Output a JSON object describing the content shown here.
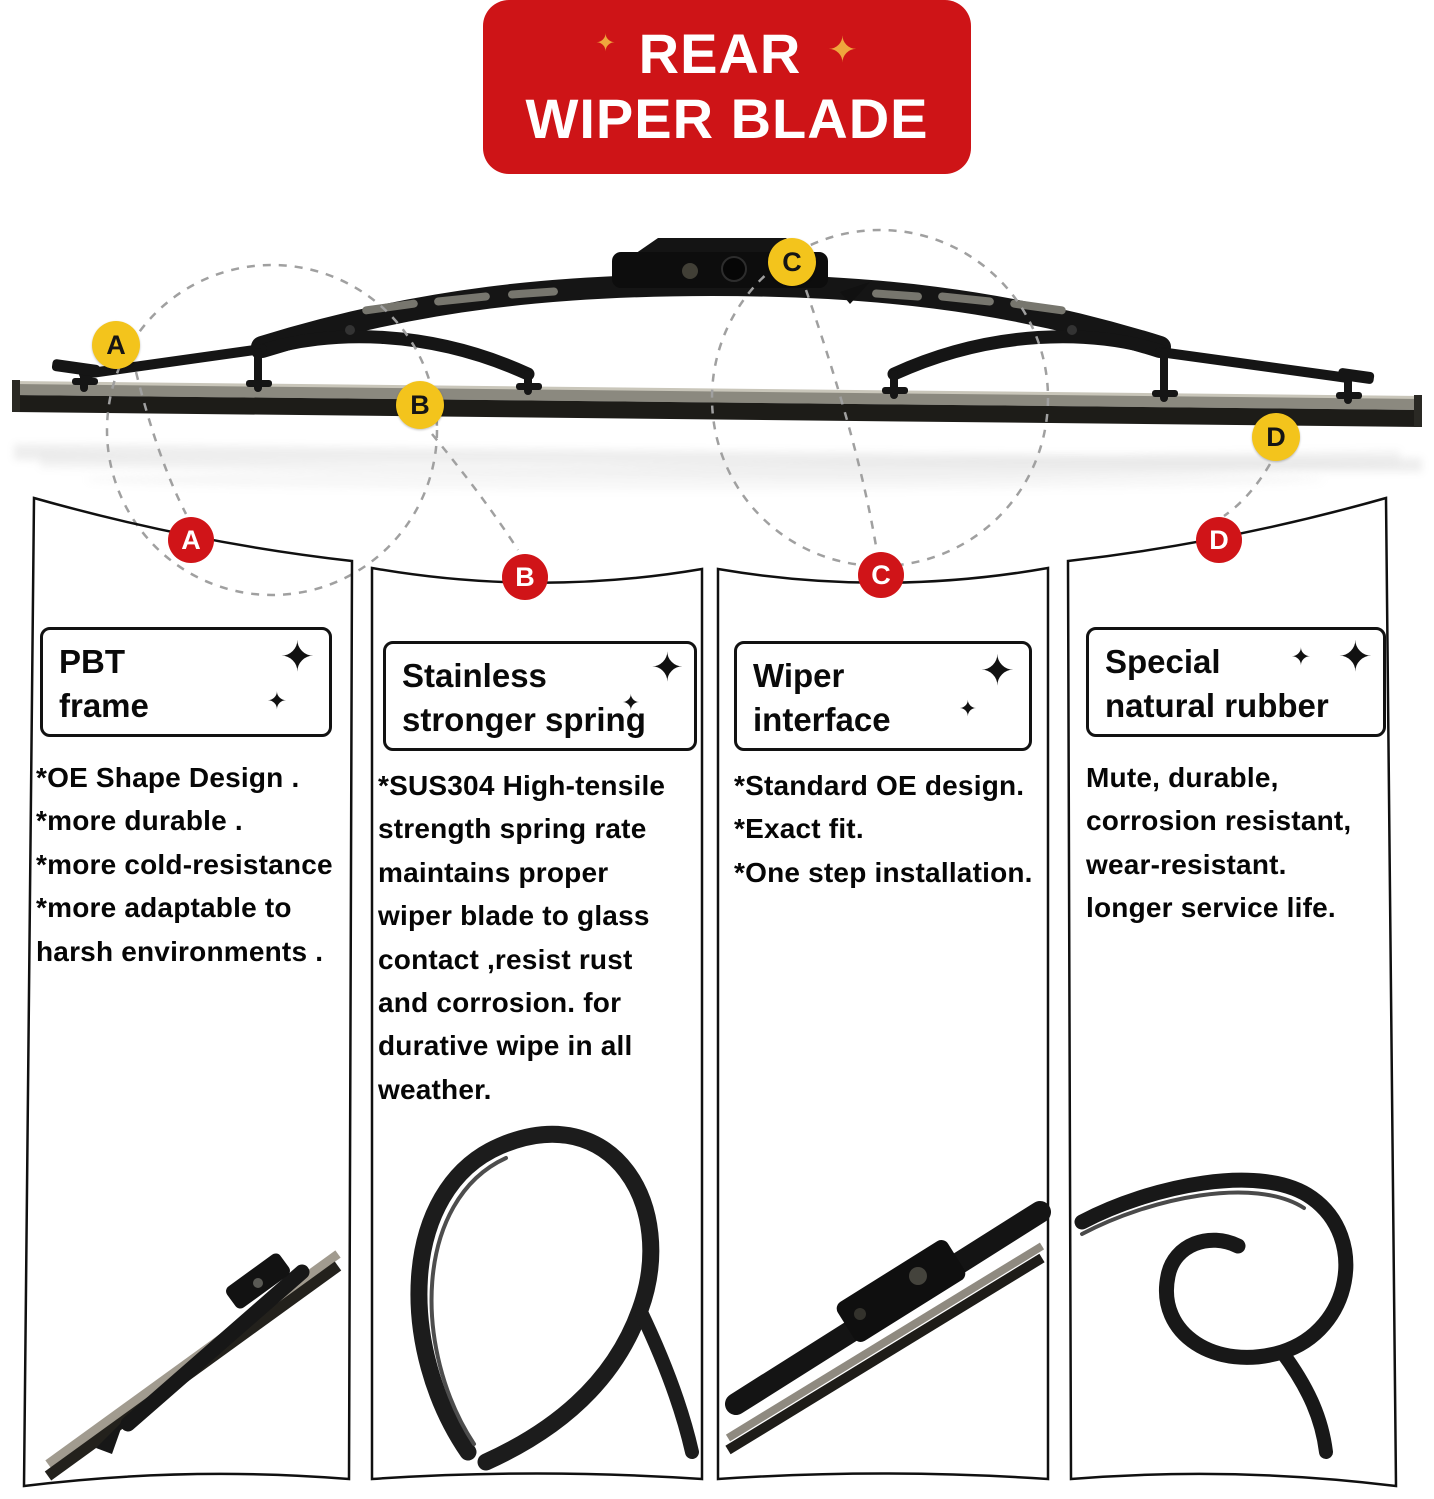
{
  "icons": {
    "sparkle": "✦"
  },
  "banner": {
    "line1": "REAR",
    "line2": "WIPER BLADE"
  },
  "photo_callouts": {
    "a": "A",
    "b": "B",
    "c": "C",
    "d": "D"
  },
  "panels": [
    {
      "badge": "A",
      "title": "PBT\nframe",
      "description": "*OE Shape Design .\n*more durable .\n*more cold-resistance\n*more adaptable to\nharsh environments ."
    },
    {
      "badge": "B",
      "title": "Stainless\nstronger spring",
      "description": "*SUS304 High-tensile\nstrength spring rate\nmaintains proper\nwiper blade to glass\ncontact ,resist rust\nand corrosion. for\ndurative wipe in all\nweather."
    },
    {
      "badge": "C",
      "title": "Wiper\ninterface",
      "description": "*Standard OE design.\n*Exact fit.\n*One step installation."
    },
    {
      "badge": "D",
      "title": "Special\nnatural rubber",
      "description": "Mute, durable,\ncorrosion resistant,\nwear-resistant.\nlonger service life."
    }
  ],
  "colors": {
    "banner_bg": "#ce1417",
    "badge_red": "#d01418",
    "callout_yellow": "#f3c41c",
    "sparkle_gold": "#efa63d",
    "outline_black": "#121212"
  }
}
